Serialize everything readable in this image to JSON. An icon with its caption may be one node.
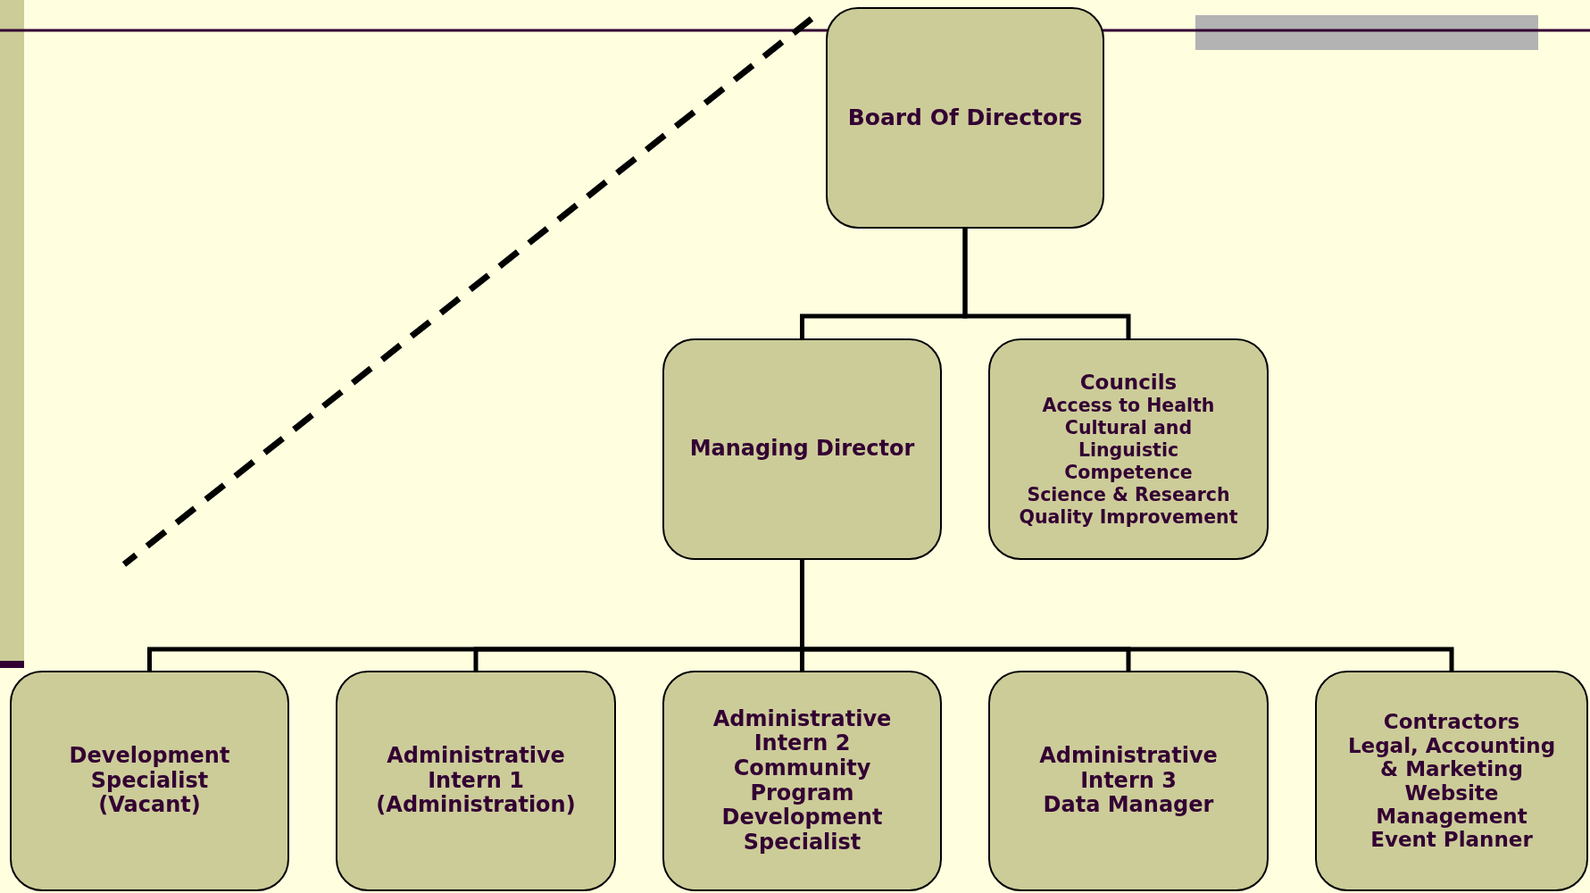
{
  "diagram": {
    "nodes": [
      {
        "text": [
          "Board Of Directors"
        ]
      },
      {
        "text": [
          "Managing Director"
        ]
      },
      {
        "text": [
          "Councils",
          "Access to Health",
          "Cultural and Linguistic Competence",
          "Science & Research",
          "Quality Improvement"
        ]
      },
      {
        "text": [
          "Development Specialist",
          "(Vacant)"
        ]
      },
      {
        "text": [
          "Administrative Intern 1",
          "(Administration)"
        ]
      },
      {
        "text": [
          "Administrative Intern 2",
          "Community Program Development Specialist"
        ]
      },
      {
        "text": [
          "Administrative Intern 3",
          "Data Manager"
        ]
      },
      {
        "text": [
          "Contractors",
          "Legal, Accounting & Marketing",
          "Website Management",
          "Event Planner"
        ]
      }
    ],
    "edges": [
      {
        "from": 0,
        "to": 1,
        "arrow": "none"
      },
      {
        "from": 0,
        "to": 2,
        "arrow": "none"
      },
      {
        "from": 1,
        "to": 3,
        "arrow": "none"
      },
      {
        "from": 1,
        "to": 4,
        "arrow": "none"
      },
      {
        "from": 1,
        "to": 5,
        "arrow": "none"
      },
      {
        "from": 1,
        "to": 6,
        "arrow": "none"
      },
      {
        "from": 1,
        "to": 7,
        "arrow": "none"
      }
    ]
  }
}
